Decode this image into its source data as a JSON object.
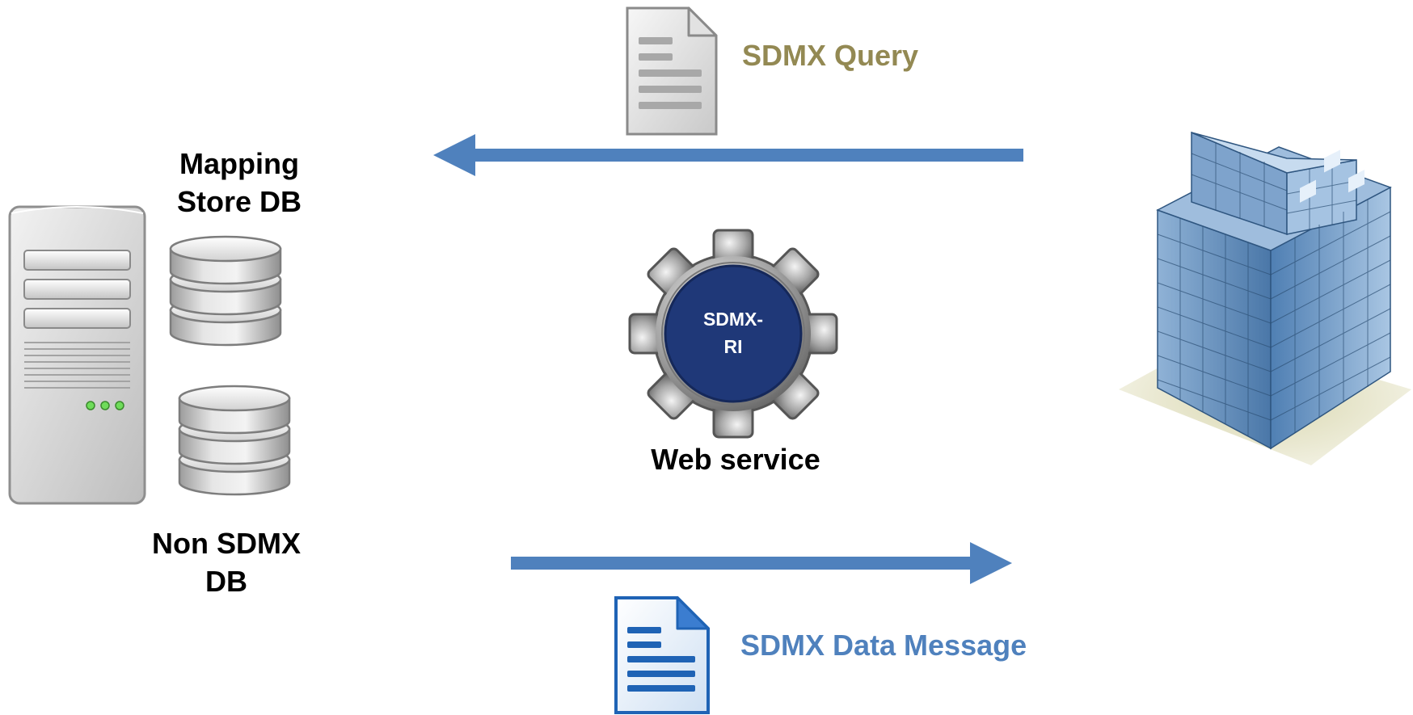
{
  "labels": {
    "query": "SDMX Query",
    "data_message": "SDMX Data Message",
    "mapping_store": [
      "Mapping",
      "Store DB"
    ],
    "non_sdmx": [
      "Non SDMX",
      "DB"
    ],
    "web_service": "Web service",
    "gear": [
      "SDMX-",
      "RI"
    ]
  },
  "colors": {
    "arrow": "#4f81bd",
    "query_text": "#938953",
    "data_message_text": "#4f81bd",
    "gear_core": "#1f3878"
  },
  "icons": [
    "server-icon",
    "database-icon",
    "gear-icon",
    "building-icon",
    "document-icon"
  ]
}
